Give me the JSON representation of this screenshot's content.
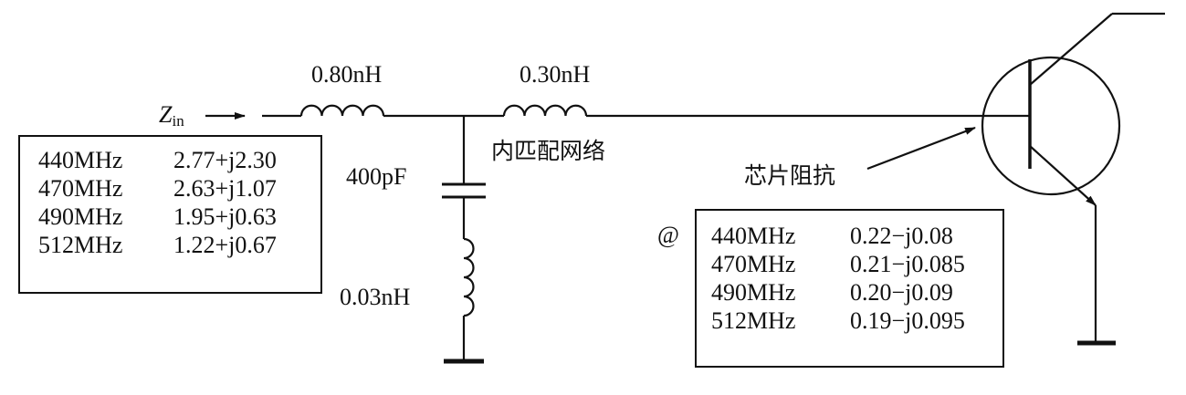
{
  "labels": {
    "zin_main": "Z",
    "zin_sub": "in",
    "inductor1": "0.80nH",
    "inductor2": "0.30nH",
    "capacitor": "400pF",
    "inductor3": "0.03nH",
    "matching_network": "内匹配网络",
    "chip_impedance": "芯片阻抗",
    "at_sign": "@"
  },
  "input_impedance": {
    "rows": [
      {
        "freq": "440MHz",
        "value": "2.77+j2.30"
      },
      {
        "freq": "470MHz",
        "value": "2.63+j1.07"
      },
      {
        "freq": "490MHz",
        "value": "1.95+j0.63"
      },
      {
        "freq": "512MHz",
        "value": "1.22+j0.67"
      }
    ]
  },
  "chip_table": {
    "rows": [
      {
        "freq": "440MHz",
        "value": "0.22−j0.08"
      },
      {
        "freq": "470MHz",
        "value": "0.21−j0.085"
      },
      {
        "freq": "490MHz",
        "value": "0.20−j0.09"
      },
      {
        "freq": "512MHz",
        "value": "0.19−j0.095"
      }
    ]
  }
}
